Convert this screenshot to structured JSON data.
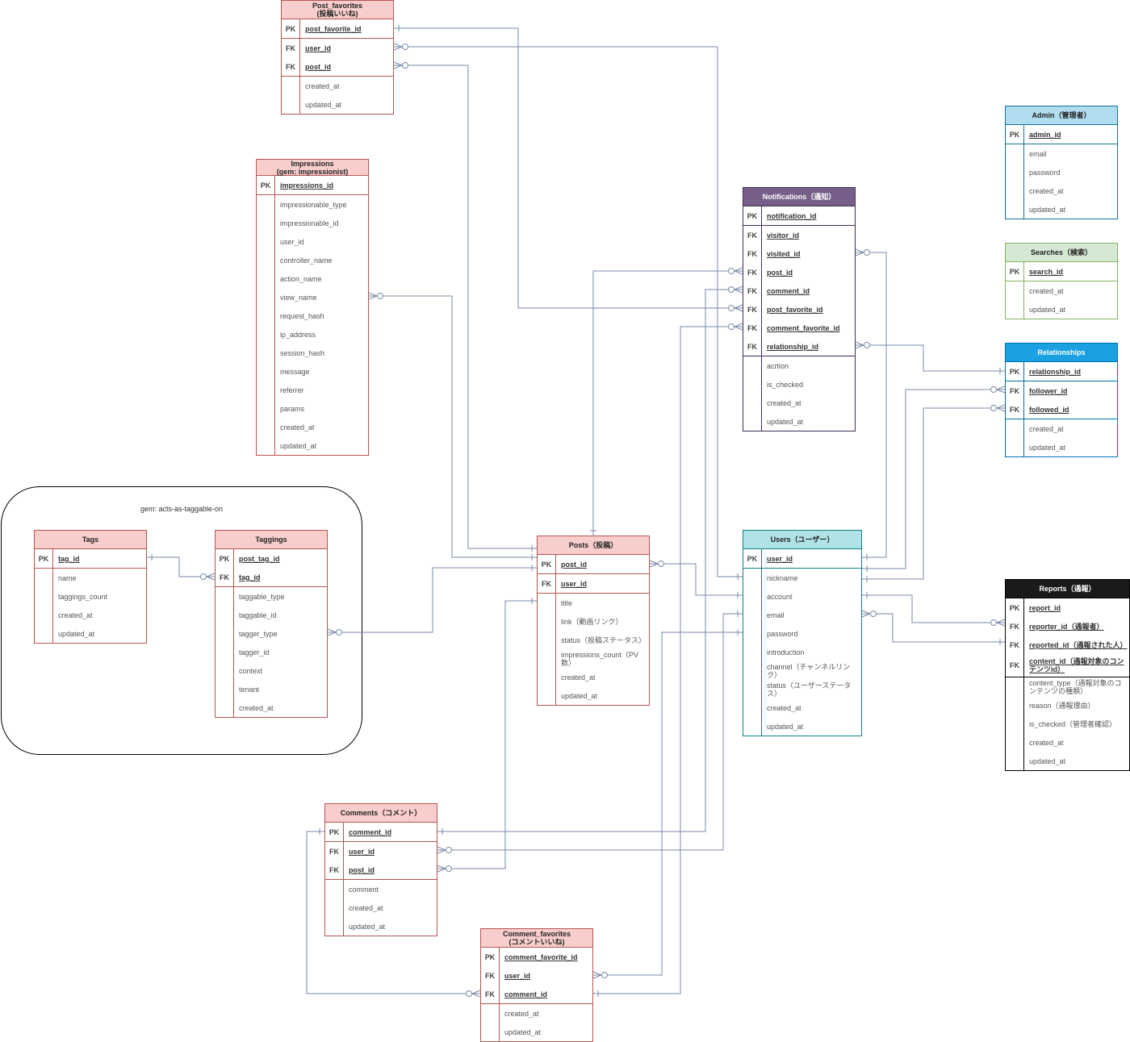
{
  "colors": {
    "pink_fill": "#f8cecc",
    "pink_stroke": "#b85450",
    "purple_fill": "#76608a",
    "purple_stroke": "#432d57",
    "blue_fill": "#b1ddf0",
    "blue_stroke": "#10739e",
    "green_fill": "#d5e8d4",
    "green_stroke": "#82b366",
    "cyan_fill": "#b0e3e6",
    "cyan_stroke": "#0e8088",
    "bright_blue_fill": "#1ba1e2",
    "bright_blue_stroke": "#006eaf",
    "black_fill": "#1a1a1a",
    "black_stroke": "#000000",
    "edge": "#7a8aa8"
  },
  "group": {
    "title": "gem: acts-as-taggable-on"
  },
  "entities": [
    {
      "id": "post_favorites",
      "title": "Post_favorites\n(投稿いいね)",
      "theme": "pink",
      "rows": [
        {
          "k": "PK",
          "f": "post_favorite_id",
          "key": true
        },
        {
          "k": "FK",
          "f": "user_id",
          "key": true
        },
        {
          "k": "FK",
          "f": "post_id",
          "key": true
        },
        {
          "k": "",
          "f": "created_at"
        },
        {
          "k": "",
          "f": "updated_at"
        }
      ]
    },
    {
      "id": "impressions",
      "title": "Impressions\n(gem: impressionist)",
      "theme": "pink",
      "rows": [
        {
          "k": "PK",
          "f": "impressions_id",
          "key": true
        },
        {
          "k": "",
          "f": "impressionable_type"
        },
        {
          "k": "",
          "f": "impressionable_id"
        },
        {
          "k": "",
          "f": "user_id"
        },
        {
          "k": "",
          "f": "controller_name"
        },
        {
          "k": "",
          "f": "action_name"
        },
        {
          "k": "",
          "f": "view_name"
        },
        {
          "k": "",
          "f": "request_hash"
        },
        {
          "k": "",
          "f": "ip_address"
        },
        {
          "k": "",
          "f": "session_hash"
        },
        {
          "k": "",
          "f": "message"
        },
        {
          "k": "",
          "f": "referrer"
        },
        {
          "k": "",
          "f": "params"
        },
        {
          "k": "",
          "f": "created_at"
        },
        {
          "k": "",
          "f": "updated_at"
        }
      ]
    },
    {
      "id": "tags",
      "title": "Tags",
      "theme": "pink",
      "rows": [
        {
          "k": "PK",
          "f": "tag_id",
          "key": true
        },
        {
          "k": "",
          "f": "name"
        },
        {
          "k": "",
          "f": "taggings_count"
        },
        {
          "k": "",
          "f": "created_at"
        },
        {
          "k": "",
          "f": "updated_at"
        }
      ]
    },
    {
      "id": "taggings",
      "title": "Taggings",
      "theme": "pink",
      "rows": [
        {
          "k": "PK",
          "f": "post_tag_id",
          "key": true
        },
        {
          "k": "FK",
          "f": "tag_id",
          "key": true
        },
        {
          "k": "",
          "f": "taggable_type"
        },
        {
          "k": "",
          "f": "taggable_id"
        },
        {
          "k": "",
          "f": "tagger_type"
        },
        {
          "k": "",
          "f": "tagger_id"
        },
        {
          "k": "",
          "f": "context"
        },
        {
          "k": "",
          "f": "tenant"
        },
        {
          "k": "",
          "f": "created_at"
        }
      ]
    },
    {
      "id": "posts",
      "title": "Posts（投稿）",
      "theme": "pink",
      "rows": [
        {
          "k": "PK",
          "f": "post_id",
          "key": true
        },
        {
          "k": "FK",
          "f": "user_id",
          "key": true
        },
        {
          "k": "",
          "f": "title"
        },
        {
          "k": "",
          "f": "link（動画リンク）"
        },
        {
          "k": "",
          "f": "status（投稿ステータス）"
        },
        {
          "k": "",
          "f": "impressions_count（PV\n数）"
        },
        {
          "k": "",
          "f": "created_at"
        },
        {
          "k": "",
          "f": "updated_at"
        }
      ]
    },
    {
      "id": "notifications",
      "title": "Notifications（通知）",
      "theme": "purple",
      "rows": [
        {
          "k": "PK",
          "f": "notification_id",
          "key": true
        },
        {
          "k": "FK",
          "f": "visitor_id",
          "key": true
        },
        {
          "k": "FK",
          "f": "visited_id",
          "key": true
        },
        {
          "k": "FK",
          "f": "post_id",
          "key": true
        },
        {
          "k": "FK",
          "f": "comment_id",
          "key": true
        },
        {
          "k": "FK",
          "f": "post_favorite_id",
          "key": true
        },
        {
          "k": "FK",
          "f": "comment_favorite_id",
          "key": true
        },
        {
          "k": "FK",
          "f": "relationship_id",
          "key": true
        },
        {
          "k": "",
          "f": "acrtion"
        },
        {
          "k": "",
          "f": "is_checked"
        },
        {
          "k": "",
          "f": "created_at"
        },
        {
          "k": "",
          "f": "updated_at"
        }
      ]
    },
    {
      "id": "users",
      "title": "Users（ユーザー）",
      "theme": "cyan",
      "rows": [
        {
          "k": "PK",
          "f": "user_id",
          "key": true
        },
        {
          "k": "",
          "f": "nickname"
        },
        {
          "k": "",
          "f": "account"
        },
        {
          "k": "",
          "f": "email"
        },
        {
          "k": "",
          "f": "password"
        },
        {
          "k": "",
          "f": "introduction"
        },
        {
          "k": "",
          "f": "channel（チャンネルリン\nク）"
        },
        {
          "k": "",
          "f": "status（ユーザーステータ\nス）"
        },
        {
          "k": "",
          "f": "created_at"
        },
        {
          "k": "",
          "f": "updated_at"
        }
      ]
    },
    {
      "id": "admin",
      "title": "Admin（管理者）",
      "theme": "blue",
      "rows": [
        {
          "k": "PK",
          "f": "admin_id",
          "key": true
        },
        {
          "k": "",
          "f": "email"
        },
        {
          "k": "",
          "f": "password"
        },
        {
          "k": "",
          "f": "created_at"
        },
        {
          "k": "",
          "f": "updated_at"
        }
      ]
    },
    {
      "id": "searches",
      "title": "Searches（検索）",
      "theme": "green",
      "rows": [
        {
          "k": "PK",
          "f": "search_id",
          "key": true
        },
        {
          "k": "",
          "f": "created_at"
        },
        {
          "k": "",
          "f": "updated_at"
        }
      ]
    },
    {
      "id": "relationships",
      "title": "Relationships",
      "theme": "bright_blue",
      "rows": [
        {
          "k": "PK",
          "f": "relationship_id",
          "key": true
        },
        {
          "k": "FK",
          "f": "follower_id",
          "key": true
        },
        {
          "k": "FK",
          "f": "followed_id",
          "key": true
        },
        {
          "k": "",
          "f": "created_at"
        },
        {
          "k": "",
          "f": "updated_at"
        }
      ]
    },
    {
      "id": "reports",
      "title": "Reports（通報）",
      "theme": "black",
      "rows": [
        {
          "k": "PK",
          "f": "report_id",
          "key": true
        },
        {
          "k": "FK",
          "f": "reporter_id（通報者）",
          "key": true
        },
        {
          "k": "FK",
          "f": "reported_id（通報された人）",
          "key": true
        },
        {
          "k": "FK",
          "f": "content_id（通報対象のコン\nテンツid）",
          "key": true
        },
        {
          "k": "",
          "f": "content_type（通報対象のコ\nンテンツの種類）"
        },
        {
          "k": "",
          "f": "reason（通報理由）"
        },
        {
          "k": "",
          "f": "is_checked（管理者確認）"
        },
        {
          "k": "",
          "f": "created_at"
        },
        {
          "k": "",
          "f": "updated_at"
        }
      ]
    },
    {
      "id": "comments",
      "title": "Comments（コメント）",
      "theme": "pink",
      "rows": [
        {
          "k": "PK",
          "f": "comment_id",
          "key": true
        },
        {
          "k": "FK",
          "f": "user_id",
          "key": true
        },
        {
          "k": "FK",
          "f": "post_id",
          "key": true
        },
        {
          "k": "",
          "f": "comment"
        },
        {
          "k": "",
          "f": "created_at"
        },
        {
          "k": "",
          "f": "updated_at"
        }
      ]
    },
    {
      "id": "comment_favorites",
      "title": "Comment_favorites\n(コメントいいね)",
      "theme": "pink",
      "rows": [
        {
          "k": "PK",
          "f": "comment_favorite_id",
          "key": true
        },
        {
          "k": "FK",
          "f": "user_id",
          "key": true
        },
        {
          "k": "FK",
          "f": "comment_id",
          "key": true
        },
        {
          "k": "",
          "f": "created_at"
        },
        {
          "k": "",
          "f": "updated_at"
        }
      ]
    }
  ]
}
